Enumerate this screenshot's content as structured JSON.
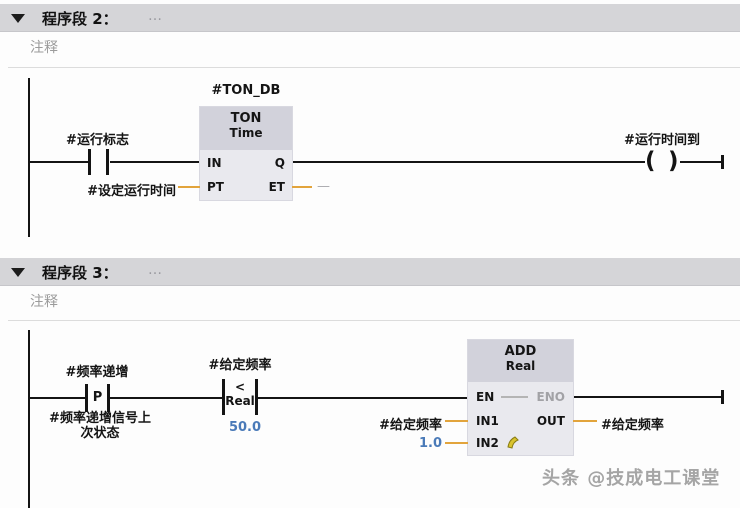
{
  "colors": {
    "wire_orange": "#e2a43c",
    "value_blue": "#4a7ab8",
    "header_bar_gray": "#d5d5d8",
    "block_header_gray": "#d2d2db",
    "block_body_gray": "#e9e9ee"
  },
  "watermark": "头条 @技成电工课堂",
  "segment2": {
    "title": "程序段 2：",
    "title_placeholder": "…",
    "comment": "注释",
    "contact_label": "#运行标志",
    "instance_db": "#TON_DB",
    "block_name": "TON",
    "block_type": "Time",
    "pin_in": "IN",
    "pin_pt": "PT",
    "pin_q": "Q",
    "pin_et": "ET",
    "pt_operand": "#设定运行时间",
    "et_placeholder": "—",
    "coil_label": "#运行时间到",
    "coil_open": "(",
    "coil_close": ")"
  },
  "segment3": {
    "title": "程序段 3：",
    "title_placeholder": "…",
    "comment": "注释",
    "p_contact_label": "#频率递增",
    "p_contact_letter": "P",
    "p_contact_sub1": "#频率递增信号上",
    "p_contact_sub2": "次状态",
    "cmp_label": "#给定频率",
    "cmp_op": "<",
    "cmp_type": "Real",
    "cmp_value": "50.0",
    "block_name": "ADD",
    "block_type": "Real",
    "pin_en": "EN",
    "pin_eno": "ENO",
    "pin_in1": "IN1",
    "pin_in2": "IN2",
    "pin_out": "OUT",
    "in1_operand": "#给定频率",
    "in2_operand": "1.0",
    "out_operand": "#给定频率"
  }
}
